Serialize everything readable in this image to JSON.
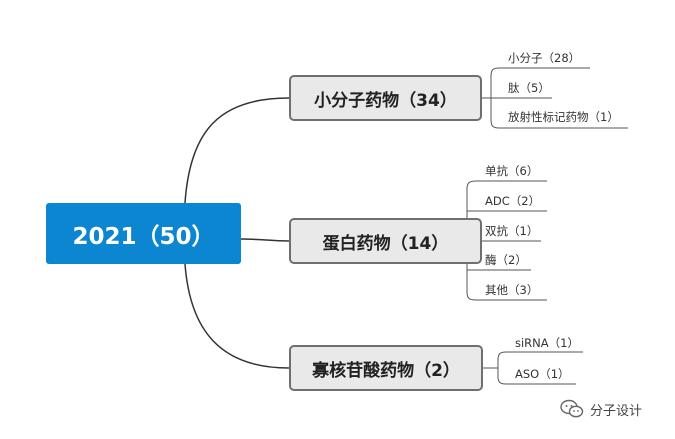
{
  "root": {
    "label": "2021（50）",
    "color": "#0d86d2"
  },
  "categories": [
    {
      "label": "小分子药物（34）",
      "items": [
        "小分子（28）",
        "肽（5）",
        "放射性标记药物（1）"
      ]
    },
    {
      "label": "蛋白药物（14）",
      "items": [
        "单抗（6）",
        "ADC（2）",
        "双抗（1）",
        "酶（2）",
        "其他（3）"
      ]
    },
    {
      "label": "寡核苷酸药物（2）",
      "items": [
        "siRNA（1）",
        "ASO（1）"
      ]
    }
  ],
  "watermark": {
    "text": "分子设计",
    "icon": "wechat-icon"
  }
}
